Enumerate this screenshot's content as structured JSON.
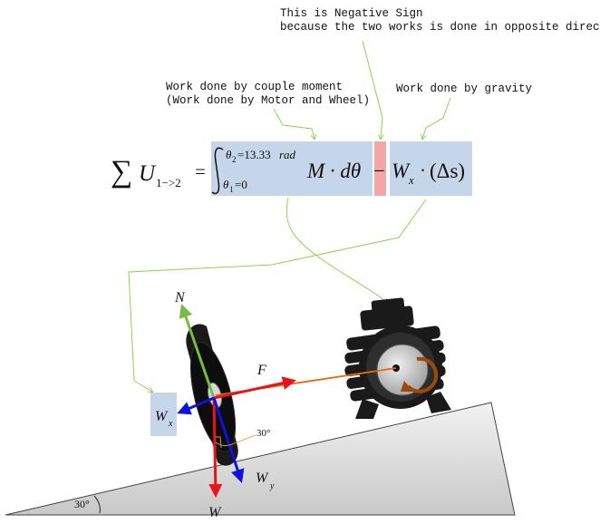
{
  "annotations": {
    "negative_sign_line1": "This is Negative Sign",
    "negative_sign_line2": "because the two works is done in opposite direction",
    "couple_line1": "Work done by couple moment",
    "couple_line2": "(Work done by Motor and Wheel)",
    "gravity": "Work done by gravity"
  },
  "equation": {
    "sum_symbol": "∑",
    "U": "U",
    "subscript": "1−>2",
    "equals": "=",
    "upper_theta": "θ",
    "upper_theta_sub": "2",
    "upper_value": "=13.33",
    "upper_unit": "rad",
    "lower_theta": "θ",
    "lower_theta_sub": "1",
    "lower_value": "=0",
    "integrand": "M · dθ",
    "minus": "−",
    "W": "W",
    "W_sub": "x",
    "dot": "·",
    "delta_s": "(Δs)"
  },
  "forces": {
    "normal": "N",
    "friction": "F",
    "weight": "W",
    "wx": "W",
    "wx_sub": "x",
    "wy": "W",
    "wy_sub": "y"
  },
  "angles": {
    "incline": "30°",
    "weight_angle": "30°"
  },
  "colors": {
    "box_fill": "#c5d5ea",
    "minus_box_fill": "#f4a6a6",
    "leader_line": "#8fd14f",
    "normal_arrow": "#77bb41",
    "weight_arrow": "#e8141a",
    "blue_arrow": "#1010e0",
    "belt": "#e46c0a",
    "motor_body": "#1a1a1a",
    "ramp_fill": "#d9d9d9"
  }
}
